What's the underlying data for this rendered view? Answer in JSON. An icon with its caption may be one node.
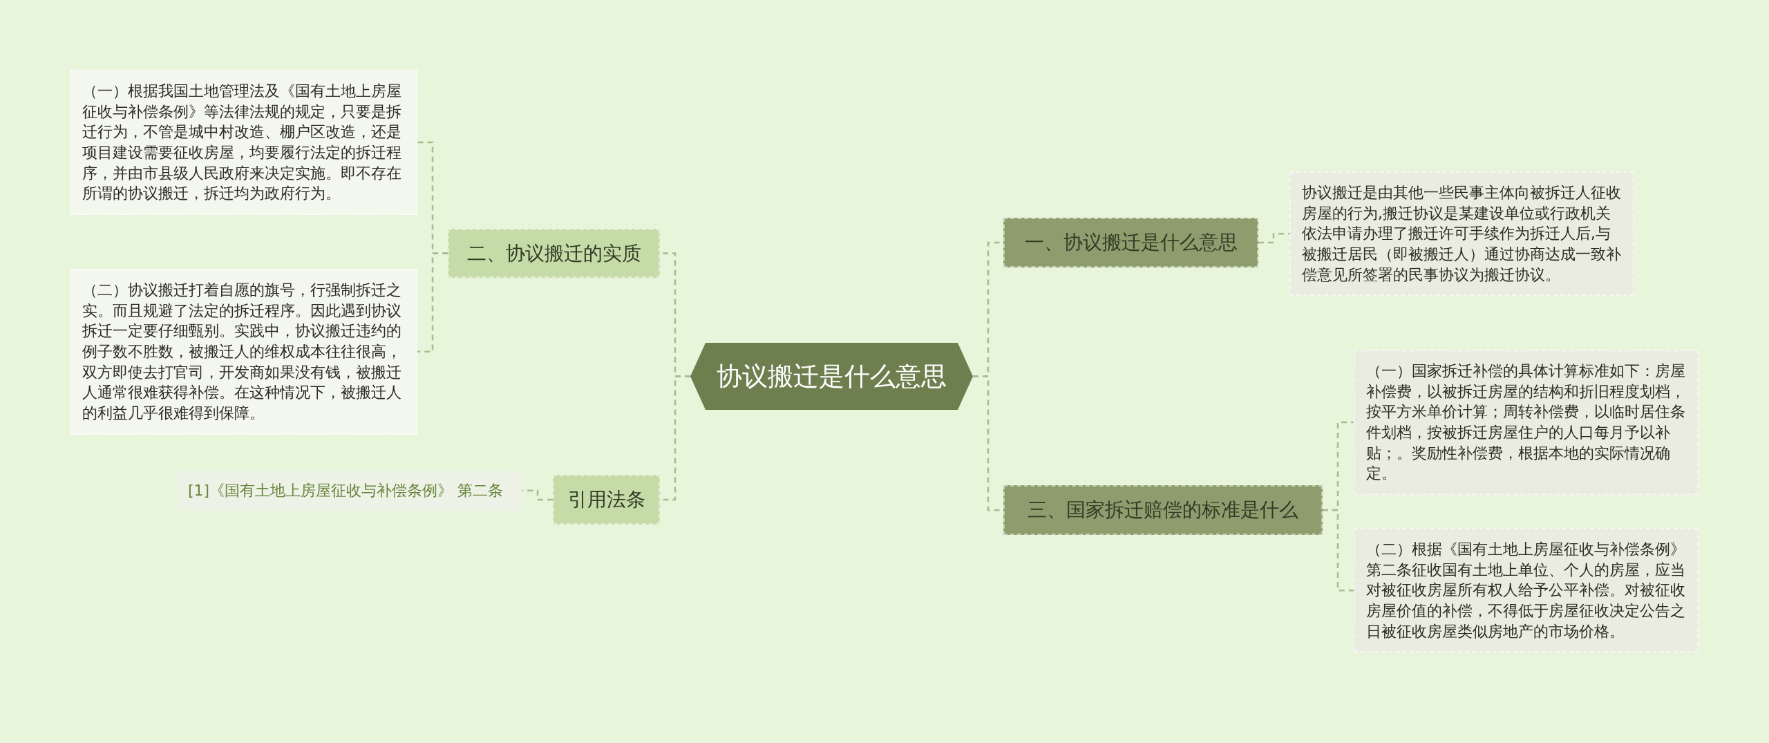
{
  "diagram": {
    "nodes": [
      {
        "text": [
          "协议搬迁是什么意思"
        ]
      },
      {
        "text": [
          "二、协议搬迁的实质"
        ]
      },
      {
        "text": [
          "（一）根据我国土地管理法及《国有土地上房屋征收与补偿条例》等法律法规的规定，只要是拆迁行为，不管是城中村改造、棚户区改造，还是项目建设需要征收房屋，均要履行法定的拆迁程序，并由市县级人民政府来决定实施。即不存在所谓的协议搬迁，拆迁均为政府行为。"
        ]
      },
      {
        "text": [
          "（二）协议搬迁打着自愿的旗号，行强制拆迁之实。而且规避了法定的拆迁程序。因此遇到协议拆迁一定要仔细甄别。实践中，协议搬迁违约的例子数不胜数，被搬迁人的维权成本往往很高，双方即使去打官司，开发商如果没有钱，被搬迁人通常很难获得补偿。在这种情况下，被搬迁人的利益几乎很难得到保障。"
        ]
      },
      {
        "text": [
          "引用法条"
        ]
      },
      {
        "text": [
          "[1]《国有土地上房屋征收与补偿条例》 第二条"
        ]
      },
      {
        "text": [
          "一、协议搬迁是什么意思"
        ]
      },
      {
        "text": [
          "协议搬迁是由其他一些民事主体向被拆迁人征收房屋的行为,搬迁协议是某建设单位或行政机关依法申请办理了搬迁许可手续作为拆迁人后,与被搬迁居民（即被搬迁人）通过协商达成一致补偿意见所签署的民事协议为搬迁协议。"
        ]
      },
      {
        "text": [
          "三、国家拆迁赔偿的标准是什么"
        ]
      },
      {
        "text": [
          "（一）国家拆迁补偿的具体计算标准如下：房屋补偿费，以被拆迁房屋的结构和折旧程度划档，按平方米单价计算；周转补偿费，以临时居住条件划档，按被拆迁房屋住户的人口每月予以补贴；。奖励性补偿费，根据本地的实际情况确定。"
        ]
      },
      {
        "text": [
          "（二）根据《国有土地上房屋征收与补偿条例》第二条征收国有土地上单位、个人的房屋，应当对被征收房屋所有权人给予公平补偿。对被征收房屋价值的补偿，不得低于房屋征收决定公告之日被征收房屋类似房地产的市场价格。"
        ]
      }
    ],
    "edges": [
      {
        "from": 0,
        "to": 1,
        "arrow": "none",
        "style": "dashed"
      },
      {
        "from": 0,
        "to": 4,
        "arrow": "none",
        "style": "dashed"
      },
      {
        "from": 0,
        "to": 6,
        "arrow": "none",
        "style": "dashed"
      },
      {
        "from": 0,
        "to": 8,
        "arrow": "none",
        "style": "dashed"
      },
      {
        "from": 1,
        "to": 2,
        "arrow": "none",
        "style": "dashed"
      },
      {
        "from": 1,
        "to": 3,
        "arrow": "none",
        "style": "dashed"
      },
      {
        "from": 4,
        "to": 5,
        "arrow": "none",
        "style": "dashed"
      },
      {
        "from": 6,
        "to": 7,
        "arrow": "none",
        "style": "dashed"
      },
      {
        "from": 8,
        "to": 9,
        "arrow": "none",
        "style": "dashed"
      },
      {
        "from": 8,
        "to": 10,
        "arrow": "none",
        "style": "dashed"
      }
    ]
  }
}
